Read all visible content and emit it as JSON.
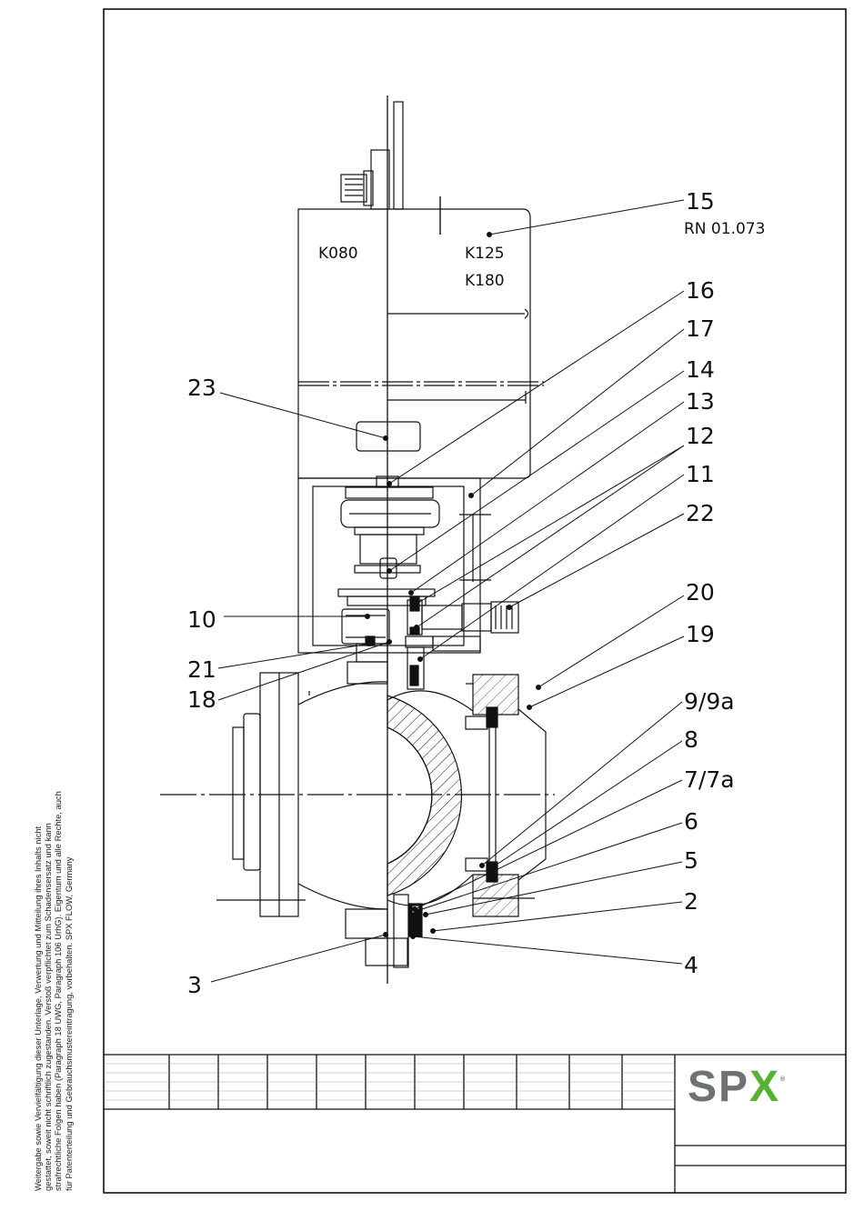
{
  "callouts": {
    "c15": "15",
    "c16": "16",
    "c17": "17",
    "c14": "14",
    "c13": "13",
    "c12": "12",
    "c11": "11",
    "c22": "22",
    "c20": "20",
    "c19": "19",
    "c9": "9/9a",
    "c8": "8",
    "c7": "7/7a",
    "c6": "6",
    "c5": "5",
    "c2": "2",
    "c4": "4",
    "c3": "3",
    "c23": "23",
    "c10": "10",
    "c21": "21",
    "c18": "18"
  },
  "note_rn": "RN 01.073",
  "variants": {
    "left": "K080",
    "right_1": "K125",
    "right_2": "K180"
  },
  "legal_text": "Weitergabe sowie Vervielfältigung dieser Unterlage, Verwertung und Mitteilung ihres Inhalts nicht gestattet, soweit nicht schriftlich zugestanden. Verstoß verpflichtet zum Schadensersatz und kann strafrechtliche Folgen haben (Paragraph 18 UWG, Paragraph 106 UrhG). Eigentum und alle Rechte, auch für Patenterteilung und Gebrauchsmustereintragung, vorbehalten. SPX FLOW, Germany",
  "logo": {
    "sp": "SP",
    "x": "X",
    "reg": "®",
    "color_grey": "#6f7275",
    "color_green": "#58b130"
  }
}
